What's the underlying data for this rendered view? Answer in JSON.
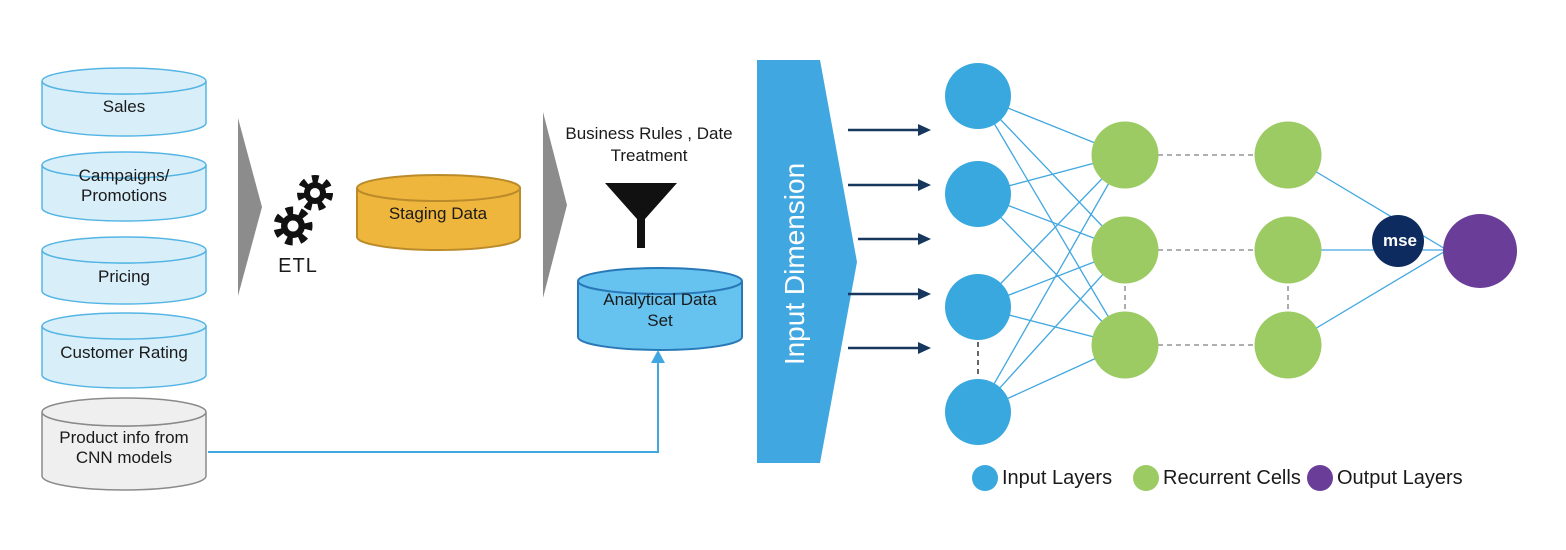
{
  "colors": {
    "source_fill": "#D8EEF9",
    "source_stroke": "#54B5E5",
    "gray_fill": "#EFEFEF",
    "gray_stroke": "#8A8A8A",
    "staging_fill": "#EFB63D",
    "staging_stroke": "#BB8B2A",
    "analytical_fill": "#66C2EE",
    "analytical_stroke": "#2878B8",
    "banner_blue": "#41A7E0",
    "input_node": "#38A8DF",
    "recurrent_node": "#9CCB63",
    "output_node": "#6A3D98",
    "mse_fill": "#0D2B5E",
    "arrow_navy": "#17375E",
    "connector_blue": "#41A7E0",
    "chevron_gray": "#8C8C8C",
    "gear_black": "#111111",
    "funnel_black": "#111111",
    "dashed_gray": "#7F7F7F",
    "dashed_dark": "#333333"
  },
  "data_sources": [
    {
      "label": "Sales"
    },
    {
      "label": "Campaigns/ Promotions"
    },
    {
      "label": "Pricing"
    },
    {
      "label": "Customer Rating"
    },
    {
      "label": "Product info from CNN models"
    }
  ],
  "etl": {
    "label": "ETL"
  },
  "staging": {
    "label": "Staging Data"
  },
  "business_rules": {
    "label": "Business Rules , Date Treatment"
  },
  "analytical": {
    "label": "Analytical Data Set"
  },
  "input_dimension": {
    "label": "Input Dimension"
  },
  "mse": {
    "label": "mse"
  },
  "legend": [
    {
      "label": "Input Layers",
      "color": "#38A8DF"
    },
    {
      "label": "Recurrent Cells",
      "color": "#9CCB63"
    },
    {
      "label": "Output Layers",
      "color": "#6A3D98"
    }
  ]
}
